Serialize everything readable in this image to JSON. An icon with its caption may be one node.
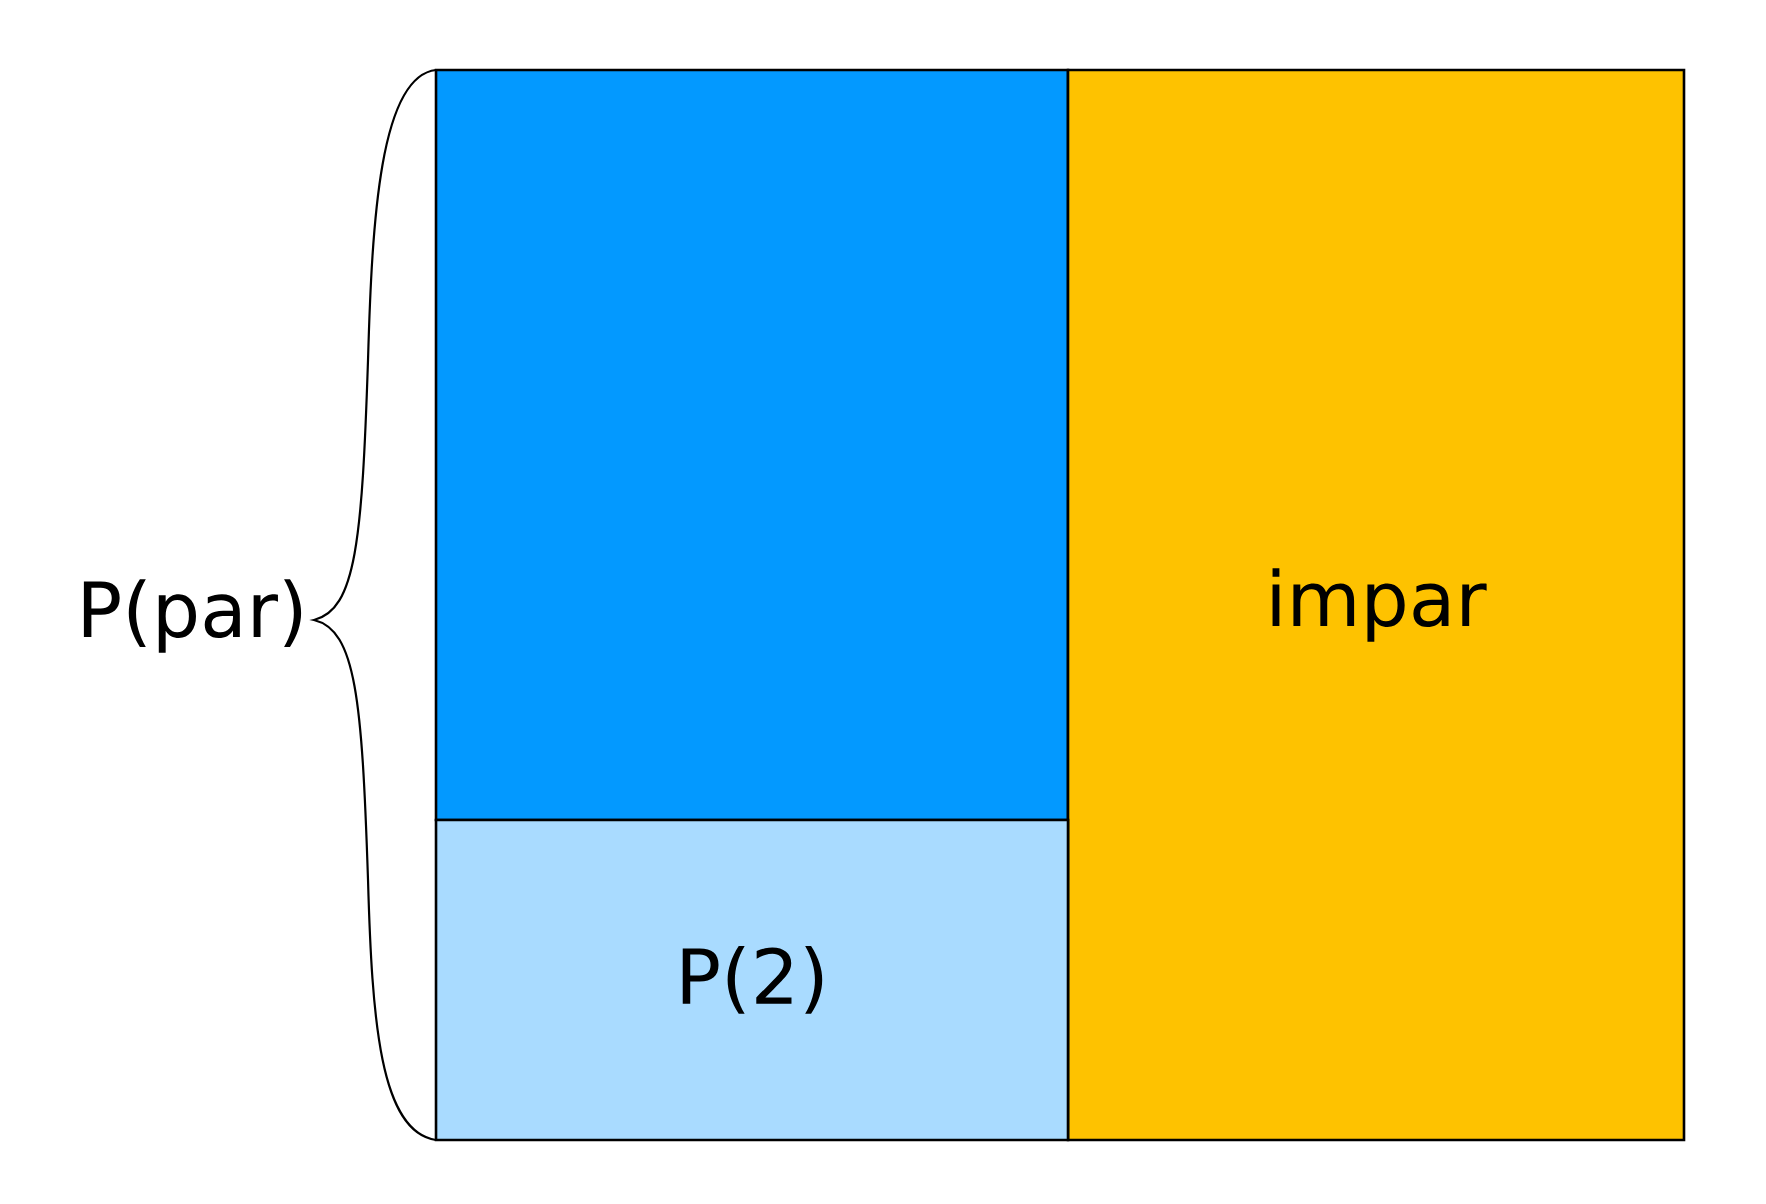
{
  "diagram": {
    "nodes": [
      {
        "text": [],
        "shape": "box"
      },
      {
        "text": [
          "impar"
        ]
      },
      {
        "text": [
          "P(2)"
        ]
      }
    ],
    "labels": [
      "P(par)"
    ]
  }
}
